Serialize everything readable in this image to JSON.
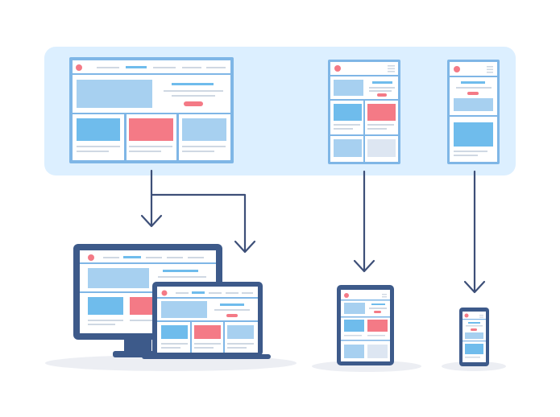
{
  "colors": {
    "panel": "#dcefff",
    "frame": "#7fb6e6",
    "frame_dark": "#3d5a8a",
    "block_light": "#a7d0f0",
    "block_blue": "#6fbcec",
    "block_pink": "#f47a86",
    "block_gray": "#dde6f2",
    "line_gray": "#cfd8e3",
    "red_dot": "#f47a86",
    "arrow": "#3d4f78",
    "shadow": "#eceef3",
    "white": "#ffffff"
  },
  "layouts": [
    {
      "id": "desktop-layout",
      "kind": "wide"
    },
    {
      "id": "tablet-layout",
      "kind": "medium"
    },
    {
      "id": "mobile-layout",
      "kind": "narrow"
    }
  ],
  "devices": [
    {
      "id": "desktop-monitor",
      "icon": "monitor-icon"
    },
    {
      "id": "laptop",
      "icon": "laptop-icon"
    },
    {
      "id": "tablet",
      "icon": "tablet-icon"
    },
    {
      "id": "phone",
      "icon": "phone-icon"
    }
  ]
}
